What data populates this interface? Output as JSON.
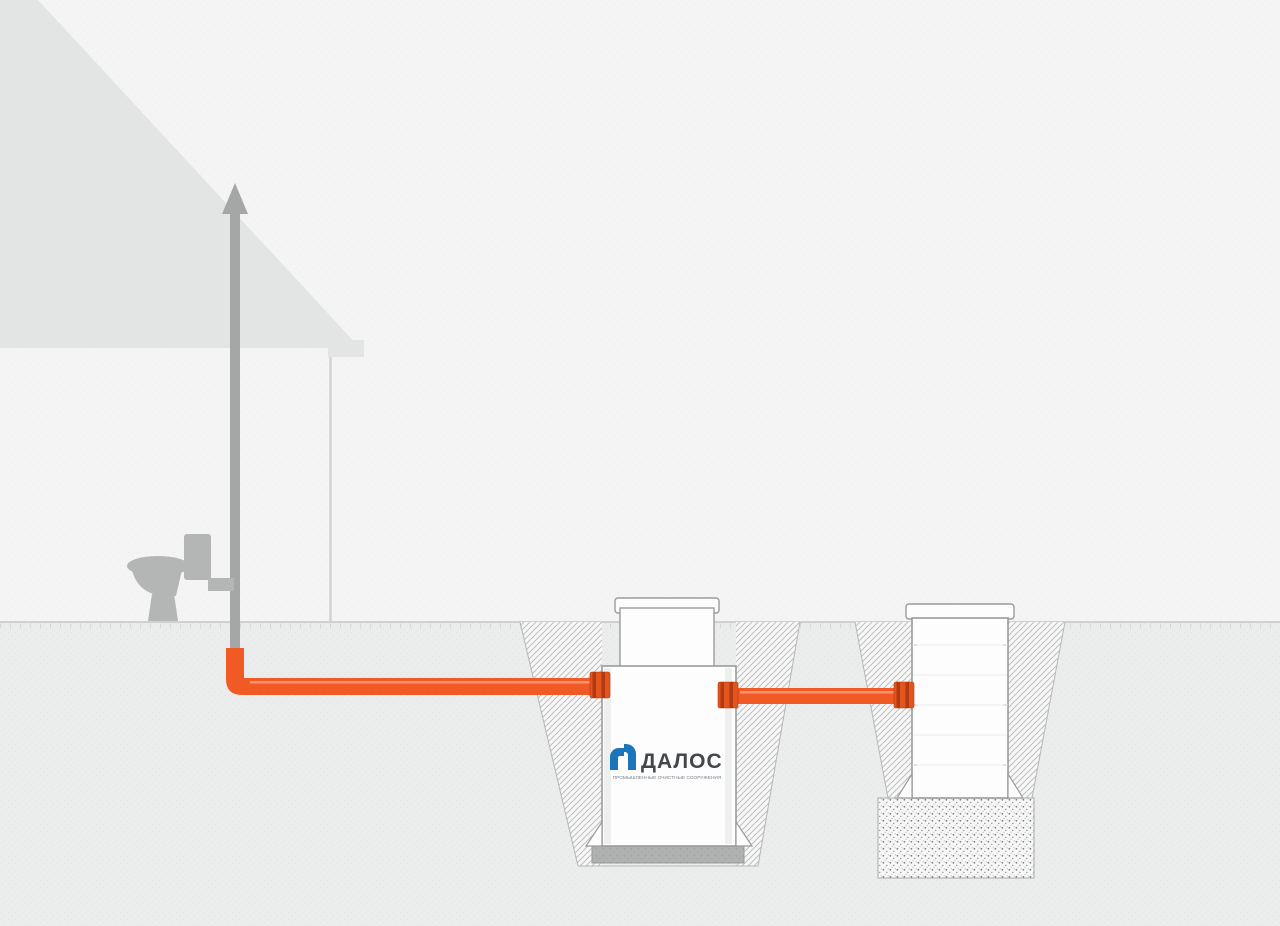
{
  "brand": {
    "name": "ДАЛОС",
    "tagline": "ПРОМЫШЛЕННЫЕ ОЧИСТНЫЕ СООРУЖЕНИЯ"
  },
  "colors": {
    "background": "#F3F4F3",
    "house": "#E3E5E4",
    "ground": "#EBEDEC",
    "vent_pipe": "#A5A7A6",
    "toilet": "#B4B6B5",
    "sewer_pipe": "#F15A24",
    "pipe_coupling": "#B23A12",
    "tank_fill": "#FDFDFD",
    "tank_outline": "#9A9C9B",
    "slab": "#B0B2B1",
    "logo_blue": "#1B75BB",
    "label_text": "#43474A",
    "hatch_line": "#BDBFBE"
  },
  "icons": {
    "vent_arrow": "up-arrow",
    "toilet": "toilet-silhouette",
    "dalos_logo": "twin-blue-hooks-mark"
  },
  "scene": {
    "house": "country-house-roof-silhouette",
    "vent_stack": "vertical-vent-stack-through-roof",
    "sewer_line": "orange-gravity-sewer-pipe",
    "septic_tank": "dalos-septic-tank-in-pit-on-slab",
    "storage_well": "drainage-well-in-pit-on-gravel-bed"
  }
}
